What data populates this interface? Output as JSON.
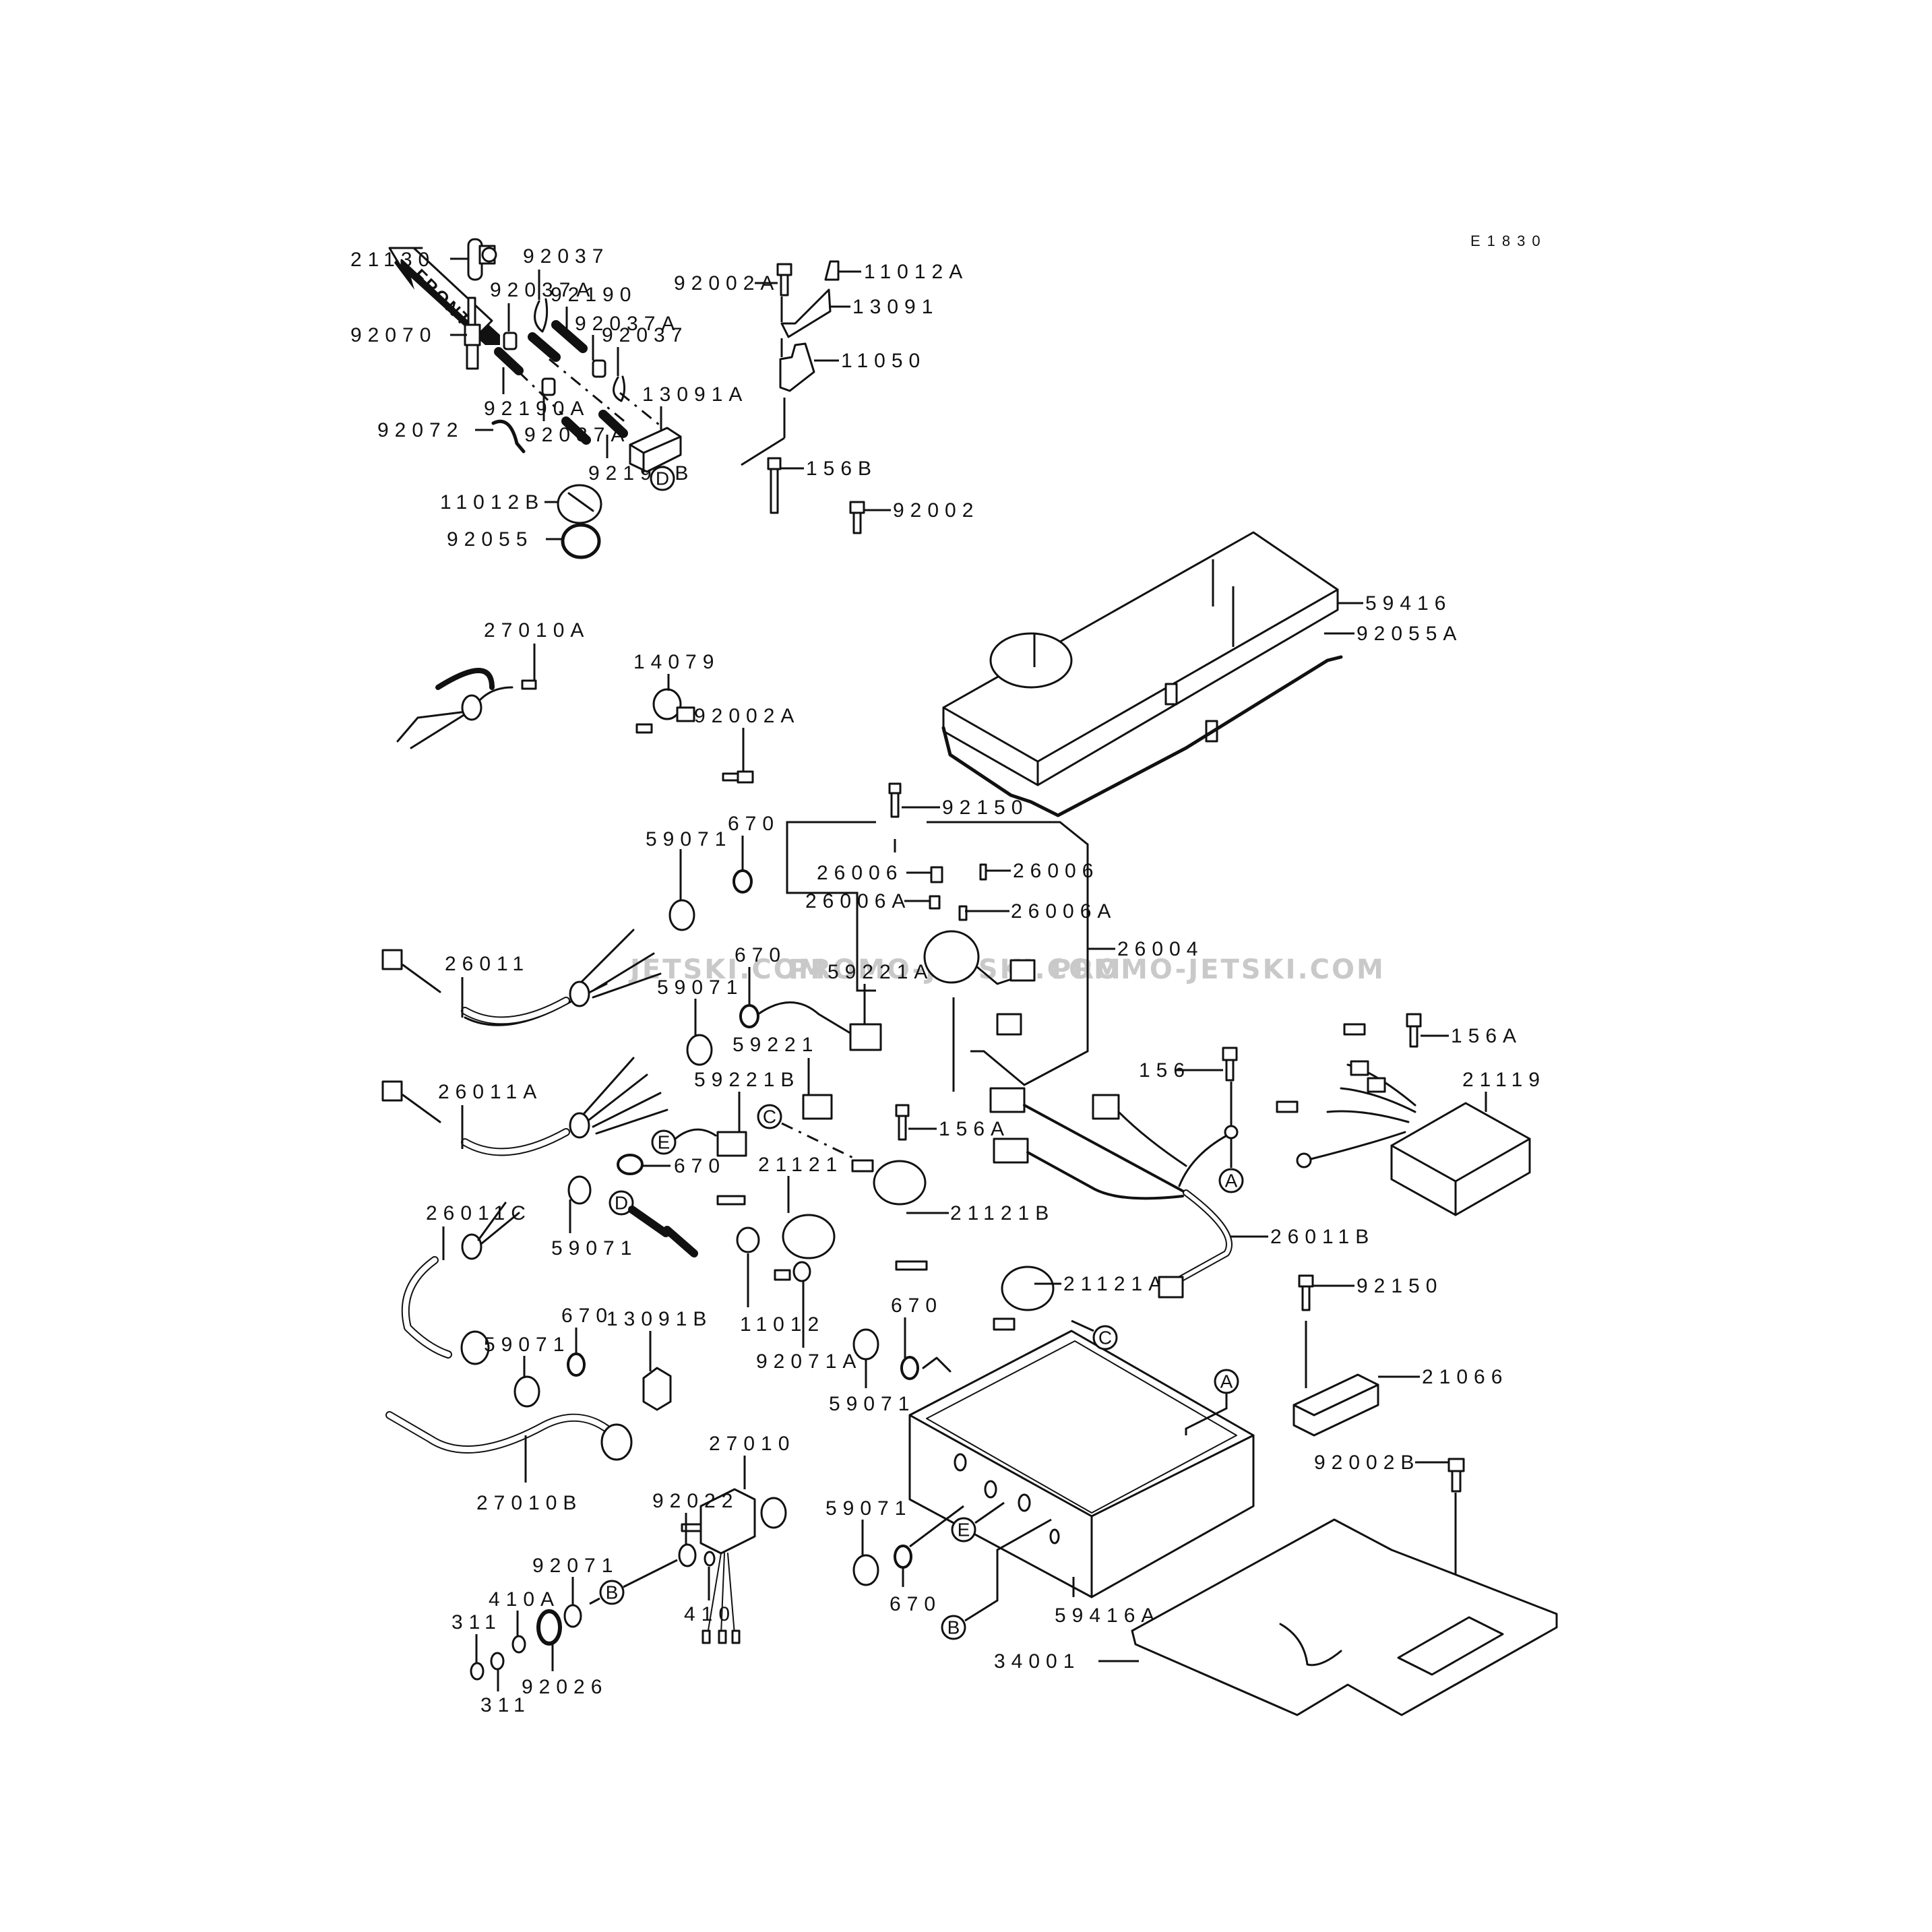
{
  "diagram": {
    "code": "E1830",
    "front_label": "FRONT",
    "watermark": [
      "JETSKI.COM",
      "PROMO-JETSKI.COM",
      "PROMO-JETSKI.COM"
    ]
  },
  "labels": {
    "p21130": "21130",
    "p92070": "92070",
    "p92037_a": "92037",
    "p92037_b": "92037",
    "p92037A_a": "92037A",
    "p92037A_b": "92037A",
    "p92037A_c": "92037A",
    "p92190": "92190",
    "p92190A": "92190A",
    "p92190B": "92190B",
    "p92072": "92072",
    "p13091A": "13091A",
    "p11012B": "11012B",
    "p92055": "92055",
    "p92002A_top": "92002A",
    "p11012A": "11012A",
    "p13091": "13091",
    "p11050": "11050",
    "p156B": "156B",
    "p92002": "92002",
    "p59416": "59416",
    "p92055A": "92055A",
    "p27010A": "27010A",
    "p14079": "14079",
    "p92002A_mid": "92002A",
    "p92150_mid": "92150",
    "p26006_l": "26006",
    "p26006_r": "26006",
    "p26006A_l": "26006A",
    "p26006A_r": "26006A",
    "p26004": "26004",
    "p670_1": "670",
    "p59071_1": "59071",
    "p26011": "26011",
    "p670_2": "670",
    "p59071_2": "59071",
    "p59221A": "59221A",
    "p59221": "59221",
    "p59221B": "59221B",
    "p26011A": "26011A",
    "p670_3": "670",
    "p156_mid": "156",
    "p156A_mid": "156A",
    "p156A_right": "156A",
    "p21119": "21119",
    "p21121": "21121",
    "p21121B": "21121B",
    "p26011B": "26011B",
    "p21121A": "21121A",
    "p26011C": "26011C",
    "p59071_3": "59071",
    "p11012": "11012",
    "p92071A": "92071A",
    "p670_4": "670",
    "p59071_4": "59071",
    "p670_5": "670",
    "p13091B": "13091B",
    "p59071_5": "59071",
    "p92150_right": "92150",
    "p21066": "21066",
    "p92002B": "92002B",
    "p27010B": "27010B",
    "p27010": "27010",
    "p92022": "92022",
    "p92071": "92071",
    "p410A": "410A",
    "p410": "410",
    "p311_a": "311",
    "p311_b": "311",
    "p92026": "92026",
    "p59071_6": "59071",
    "p670_6": "670",
    "p59416A": "59416A",
    "p34001": "34001"
  },
  "callouts": {
    "A1": "A",
    "A2": "A",
    "B1": "B",
    "B2": "B",
    "C1": "C",
    "C2": "C",
    "D1": "D",
    "D2": "D",
    "E1": "E",
    "E2": "E"
  }
}
